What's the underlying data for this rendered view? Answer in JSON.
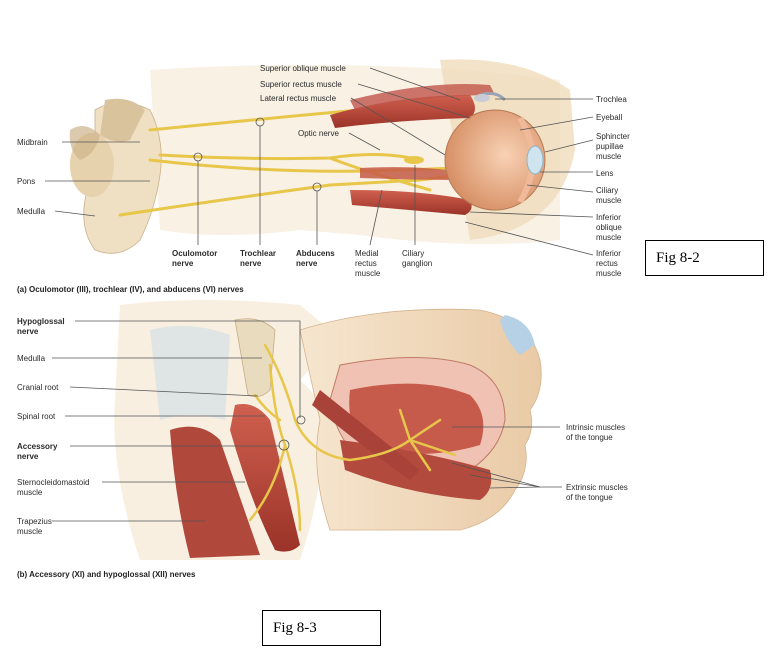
{
  "panel_a": {
    "caption": "(a) Oculomotor (III), trochlear (IV), and abducens (VI) nerves",
    "labels": {
      "superior_oblique": "Superior oblique muscle",
      "superior_rectus": "Superior rectus muscle",
      "lateral_rectus": "Lateral rectus muscle",
      "optic_nerve": "Optic nerve",
      "midbrain": "Midbrain",
      "pons": "Pons",
      "medulla": "Medulla",
      "oculomotor_1": "Oculomotor",
      "oculomotor_2": "nerve",
      "trochlear_1": "Trochlear",
      "trochlear_2": "nerve",
      "abducens_1": "Abducens",
      "abducens_2": "nerve",
      "medial_rectus_1": "Medial",
      "medial_rectus_2": "rectus",
      "medial_rectus_3": "muscle",
      "ciliary_ganglion_1": "Ciliary",
      "ciliary_ganglion_2": "ganglion",
      "trochlea": "Trochlea",
      "eyeball": "Eyeball",
      "sphincter_1": "Sphincter",
      "sphincter_2": "pupillae",
      "sphincter_3": "muscle",
      "lens": "Lens",
      "ciliary_muscle_1": "Ciliary",
      "ciliary_muscle_2": "muscle",
      "inferior_oblique_1": "Inferior",
      "inferior_oblique_2": "oblique",
      "inferior_oblique_3": "muscle",
      "inferior_rectus_1": "Inferior",
      "inferior_rectus_2": "rectus",
      "inferior_rectus_3": "muscle"
    }
  },
  "panel_b": {
    "caption": "(b) Accessory (XI) and hypoglossal (XII) nerves",
    "labels": {
      "hypoglossal_1": "Hypoglossal",
      "hypoglossal_2": "nerve",
      "medulla": "Medulla",
      "cranial_root": "Cranial root",
      "spinal_root": "Spinal root",
      "accessory_1": "Accessory",
      "accessory_2": "nerve",
      "scm_1": "Sternocleidomastoid",
      "scm_2": "muscle",
      "trapezius_1": "Trapezius",
      "trapezius_2": "muscle",
      "intrinsic_1": "Intrinsic muscles",
      "intrinsic_2": "of the tongue",
      "extrinsic_1": "Extrinsic muscles",
      "extrinsic_2": "of the tongue"
    }
  },
  "fig_labels": {
    "fig_8_2": "Fig 8-2",
    "fig_8_3": "Fig 8-3"
  },
  "colors": {
    "nerve": "#e8c64a",
    "muscle": "#b8463a",
    "brain": "#efe3c8",
    "skin": "#f1dcc0"
  }
}
